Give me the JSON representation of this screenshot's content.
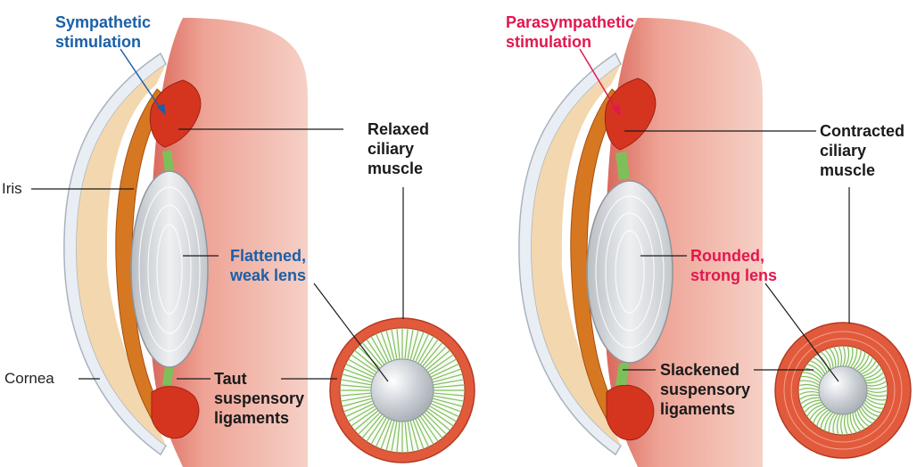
{
  "colors": {
    "sympathetic": "#1b5fa8",
    "parasympathetic": "#e2174f",
    "ciliary_muscle": "#d5351f",
    "iris": "#c8651a",
    "sclera_wall": "#eaa090",
    "lens": "#d3d7dc",
    "ligament": "#7fbf5a"
  },
  "left_panel": {
    "stimulation": [
      "Sympathetic",
      "stimulation"
    ],
    "muscle": [
      "Relaxed",
      "ciliary",
      "muscle"
    ],
    "lens": [
      "Flattened,",
      "weak lens"
    ],
    "ligaments": [
      "Taut",
      "suspensory",
      "ligaments"
    ],
    "iris": "Iris",
    "cornea": "Cornea"
  },
  "right_panel": {
    "stimulation": [
      "Parasympathetic",
      "stimulation"
    ],
    "muscle": [
      "Contracted",
      "ciliary",
      "muscle"
    ],
    "lens": [
      "Rounded,",
      "strong lens"
    ],
    "ligaments": [
      "Slackened",
      "suspensory",
      "ligaments"
    ]
  }
}
